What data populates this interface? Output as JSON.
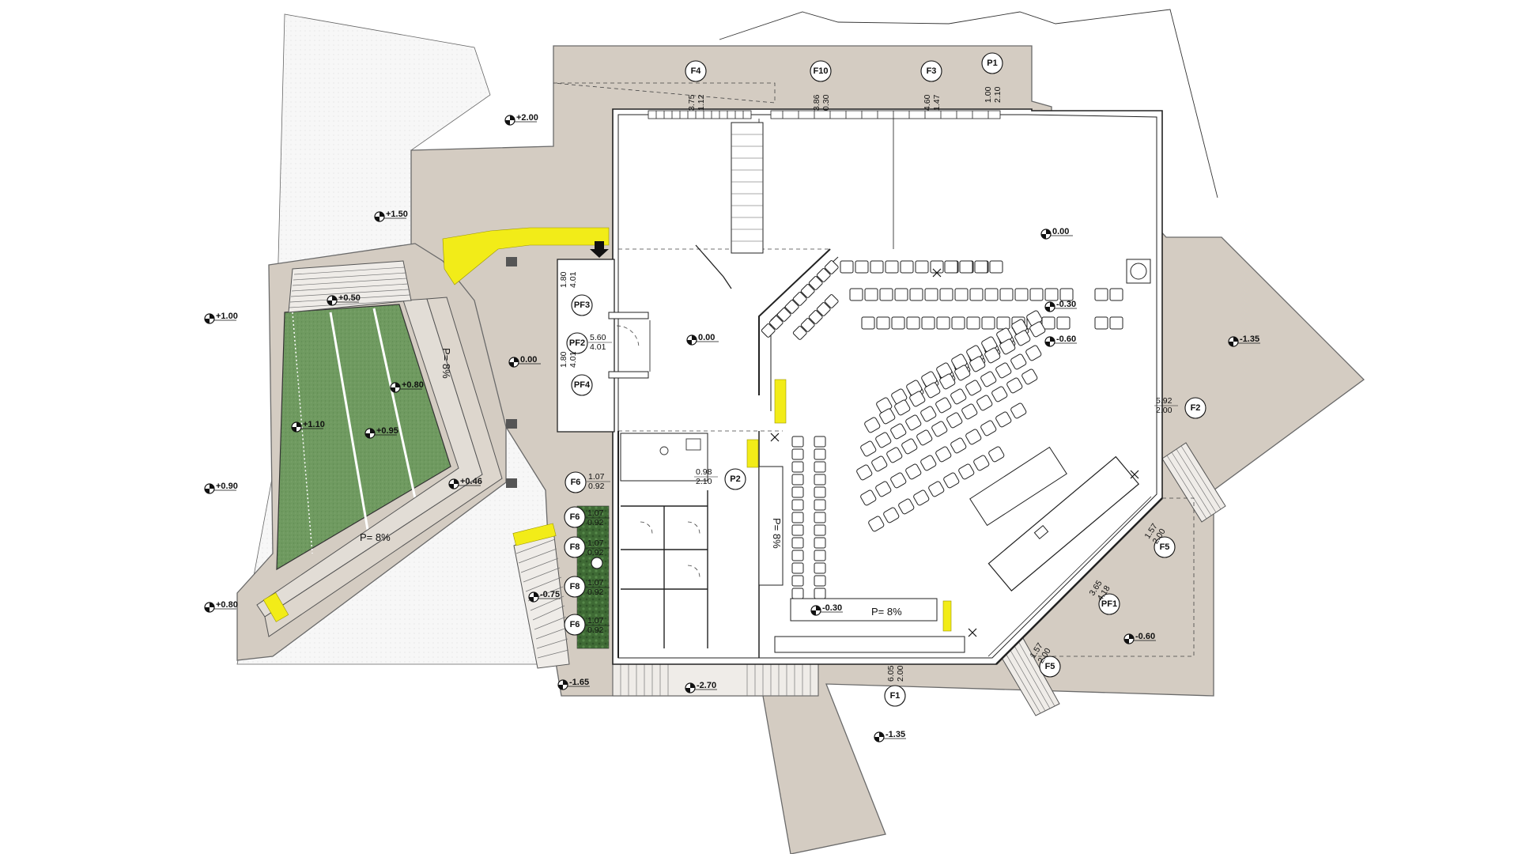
{
  "diagram": {
    "levels": [
      {
        "id": "lvl-plus-2-00",
        "label": "+2.00"
      },
      {
        "id": "lvl-plus-1-50",
        "label": "+1.50"
      },
      {
        "id": "lvl-plus-1-00",
        "label": "+1.00"
      },
      {
        "id": "lvl-plus-0-50",
        "label": "+0.50"
      },
      {
        "id": "lvl-plus-0-80-grass",
        "label": "+0.80"
      },
      {
        "id": "lvl-plus-1-10",
        "label": "+1.10"
      },
      {
        "id": "lvl-plus-0-95",
        "label": "+0.95"
      },
      {
        "id": "lvl-plus-0-46",
        "label": "+0.46"
      },
      {
        "id": "lvl-plus-0-90",
        "label": "+0.90"
      },
      {
        "id": "lvl-plus-0-80-edge",
        "label": "+0.80"
      },
      {
        "id": "lvl-0-00-plaza",
        "label": "0.00"
      },
      {
        "id": "lvl-0-00-foyer",
        "label": "0.00"
      },
      {
        "id": "lvl-0-00-hall",
        "label": "0.00"
      },
      {
        "id": "lvl-minus-0-30-a",
        "label": "-0.30"
      },
      {
        "id": "lvl-minus-0-60-a",
        "label": "-0.60"
      },
      {
        "id": "lvl-minus-0-30-b",
        "label": "-0.30"
      },
      {
        "id": "lvl-minus-0-75",
        "label": "-0.75"
      },
      {
        "id": "lvl-minus-1-65",
        "label": "-1.65"
      },
      {
        "id": "lvl-minus-2-70",
        "label": "-2.70"
      },
      {
        "id": "lvl-minus-1-35-east",
        "label": "-1.35"
      },
      {
        "id": "lvl-minus-0-60-b",
        "label": "-0.60"
      },
      {
        "id": "lvl-minus-1-35-south",
        "label": "-1.35"
      }
    ],
    "openings": [
      {
        "id": "tag-f4",
        "label": "F4",
        "dims": [
          "3.75",
          "1.12"
        ]
      },
      {
        "id": "tag-f10",
        "label": "F10",
        "dims": [
          "3.86",
          "0.30"
        ]
      },
      {
        "id": "tag-f3",
        "label": "F3",
        "dims": [
          "4.60",
          "1.47"
        ]
      },
      {
        "id": "tag-p1",
        "label": "P1",
        "dims": [
          "1.00",
          "2.10"
        ]
      },
      {
        "id": "tag-pf3",
        "label": "PF3",
        "dims": [
          "1.80",
          "4.01"
        ]
      },
      {
        "id": "tag-pf2",
        "label": "PF2",
        "dims": [
          "5.60",
          "4.01"
        ]
      },
      {
        "id": "tag-pf4",
        "label": "PF4",
        "dims": [
          "1.80",
          "4.01"
        ]
      },
      {
        "id": "tag-f6-a",
        "label": "F6",
        "dims": [
          "1.07",
          "0.92"
        ]
      },
      {
        "id": "tag-p2",
        "label": "P2",
        "dims": [
          "0.98",
          "2.10"
        ]
      },
      {
        "id": "tag-f6-b",
        "label": "F6",
        "dims": [
          "1.07",
          "0.92"
        ]
      },
      {
        "id": "tag-f8",
        "label": "F8",
        "dims": [
          "1.07",
          "0.92"
        ]
      },
      {
        "id": "tag-f8-b",
        "label": "F8",
        "dims": [
          "1.07",
          "0.92"
        ]
      },
      {
        "id": "tag-f6-c",
        "label": "F6",
        "dims": [
          "1.07",
          "0.92"
        ]
      },
      {
        "id": "tag-f2",
        "label": "F2",
        "dims": [
          "5.92",
          "2.00"
        ]
      },
      {
        "id": "tag-f5-a",
        "label": "F5",
        "dims": [
          "1.57",
          "2.00"
        ]
      },
      {
        "id": "tag-pf1",
        "label": "PF1",
        "dims": [
          "3.65",
          "4.18"
        ]
      },
      {
        "id": "tag-f5-b",
        "label": "F5",
        "dims": [
          "1.57",
          "2.00"
        ]
      },
      {
        "id": "tag-f1",
        "label": "F1",
        "dims": [
          "6.05",
          "2.00"
        ]
      }
    ],
    "slopes": [
      {
        "id": "slope-ramp-vertical",
        "label": "P= 8%"
      },
      {
        "id": "slope-ramp-diagonal",
        "label": "P= 8%"
      },
      {
        "id": "slope-ramp-interior",
        "label": "P= 8%"
      },
      {
        "id": "slope-ramp-bottom",
        "label": "P= 8%"
      }
    ],
    "colors": {
      "paving": "#d4ccc2",
      "grass": "#6f9a60",
      "tactile": "#f2ec18",
      "line": "#222222",
      "planting": "#3f6b35"
    }
  }
}
